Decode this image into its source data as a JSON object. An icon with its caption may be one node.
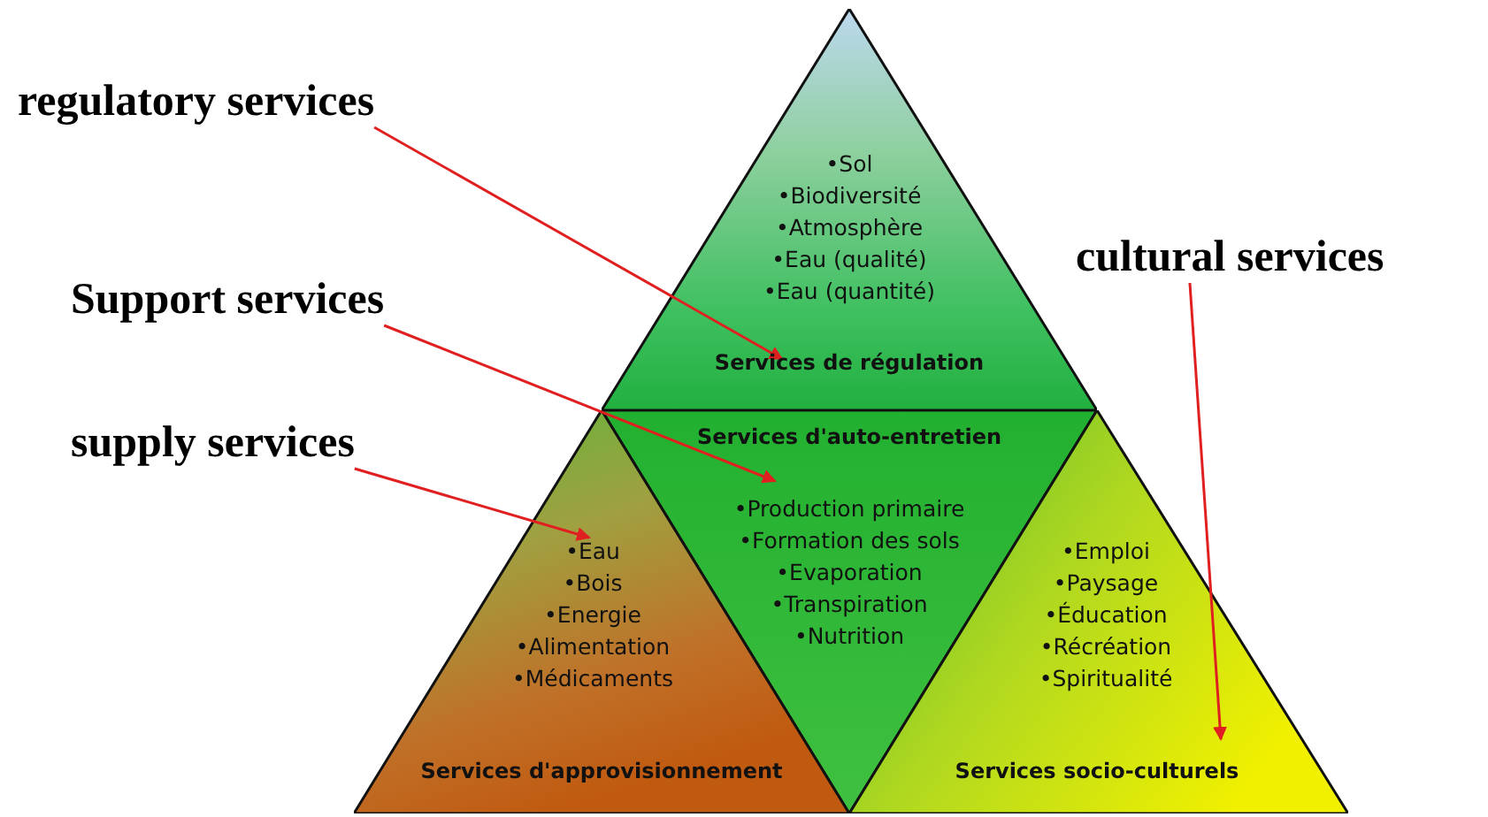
{
  "diagram": {
    "nodes": [
      {
        "text": [
          "•Sol",
          "•Biodiversité",
          "•Atmosphère",
          "•Eau (qualité)",
          "•Eau (quantité)",
          "Services de régulation"
        ]
      },
      {
        "text": [
          "Services d'auto-entretien",
          "•Production primaire",
          "•Formation des sols",
          "•Evaporation",
          "•Transpiration",
          "•Nutrition"
        ]
      },
      {
        "text": [
          "•Eau",
          "•Bois",
          "•Energie",
          "•Alimentation",
          "•Médicaments",
          "Services d'approvisionnement"
        ]
      },
      {
        "text": [
          "•Emploi",
          "•Paysage",
          "•Éducation",
          "•Récréation",
          "•Spiritualité",
          "Services socio-culturels"
        ]
      },
      {
        "text": [
          "regulatory services"
        ]
      },
      {
        "text": [
          "Support services"
        ]
      },
      {
        "text": [
          "supply services"
        ]
      },
      {
        "text": [
          "cultural services"
        ]
      }
    ],
    "edges": [
      {
        "from": 4,
        "to": 0,
        "arrow": "to",
        "color": "#e02020"
      },
      {
        "from": 5,
        "to": 1,
        "arrow": "to",
        "color": "#e02020"
      },
      {
        "from": 6,
        "to": 2,
        "arrow": "to",
        "color": "#e02020"
      },
      {
        "from": 7,
        "to": 3,
        "arrow": "to",
        "color": "#e02020"
      }
    ]
  }
}
